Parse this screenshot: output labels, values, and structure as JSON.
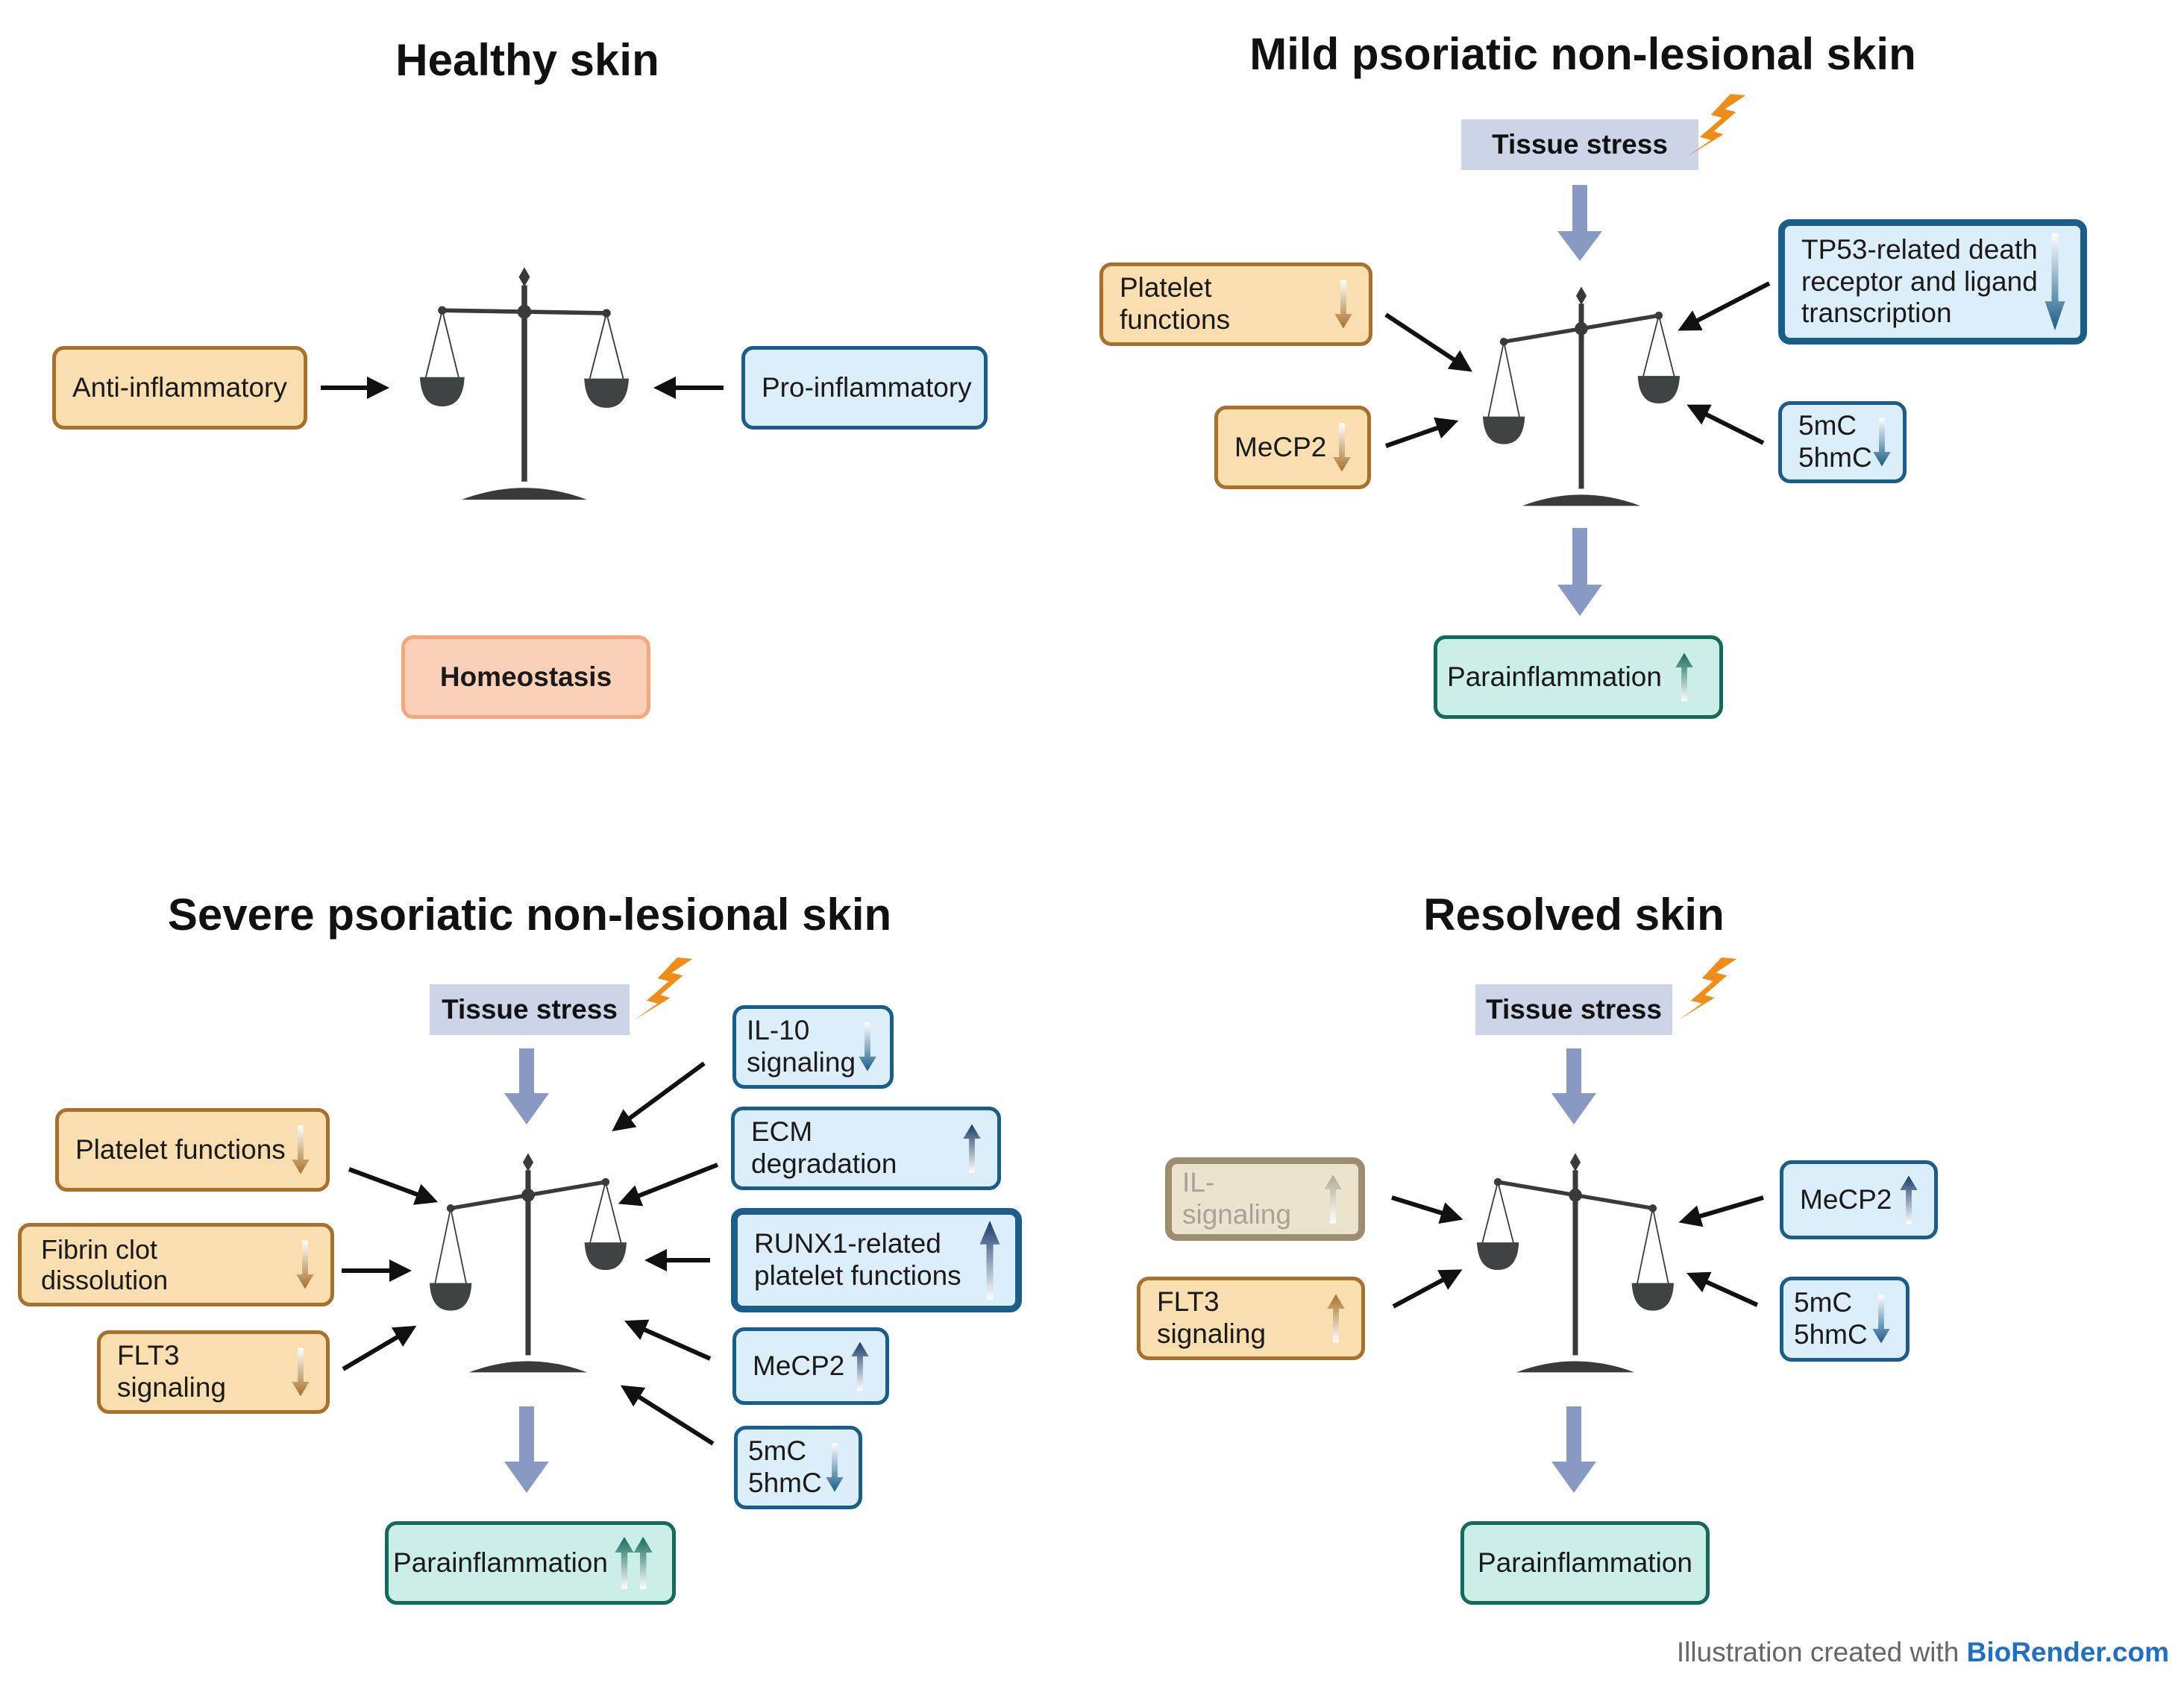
{
  "credit": {
    "prefix": "Illustration created with ",
    "brand": "BioRender.com"
  },
  "panels": {
    "healthy": {
      "title": "Healthy skin",
      "left_label": "Anti-inflammatory",
      "right_label": "Pro-inflammatory",
      "outcome": "Homeostasis"
    },
    "mild": {
      "title": "Mild psoriatic non-lesional skin",
      "stress": "Tissue stress",
      "left": [
        {
          "label": "Platelet functions",
          "direction": "down"
        },
        {
          "label": "MeCP2",
          "direction": "down"
        }
      ],
      "right": [
        {
          "label": "TP53-related death\nreceptor and ligand\ntranscription",
          "direction": "down"
        },
        {
          "label": "5mC\n5hmC",
          "direction": "down"
        }
      ],
      "outcome": "Parainflammation",
      "outcome_direction": "up"
    },
    "severe": {
      "title": "Severe psoriatic non-lesional skin",
      "stress": "Tissue stress",
      "left": [
        {
          "label": "Platelet functions",
          "direction": "down"
        },
        {
          "label": "Fibrin clot dissolution",
          "direction": "down"
        },
        {
          "label": "FLT3 signaling",
          "direction": "down"
        }
      ],
      "right": [
        {
          "label": "IL-10\nsignaling",
          "direction": "down"
        },
        {
          "label": "ECM degradation",
          "direction": "up"
        },
        {
          "label": "RUNX1-related\nplatelet functions",
          "direction": "up"
        },
        {
          "label": "MeCP2",
          "direction": "up"
        },
        {
          "label": "5mC\n5hmC",
          "direction": "down"
        }
      ],
      "outcome": "Parainflammation",
      "outcome_direction": "double-up"
    },
    "resolved": {
      "title": "Resolved skin",
      "stress": "Tissue stress",
      "left": [
        {
          "label": "IL-signaling",
          "direction": "up-faded"
        },
        {
          "label": "FLT3 signaling",
          "direction": "up"
        }
      ],
      "right": [
        {
          "label": "MeCP2",
          "direction": "up"
        },
        {
          "label": "5mC\n5hmC",
          "direction": "down"
        }
      ],
      "outcome": "Parainflammation"
    }
  },
  "colors": {
    "orange_fill": "#f9dfb0",
    "orange_border": "#a8702a",
    "blue_fill": "#dbeefa",
    "blue_border": "#1a5c8a",
    "teal_fill": "#cbeee6",
    "teal_border": "#136b5b",
    "stress_fill": "#ccd4e8",
    "flow_arrow": "#8899c4",
    "bolt": "#f28c18"
  }
}
